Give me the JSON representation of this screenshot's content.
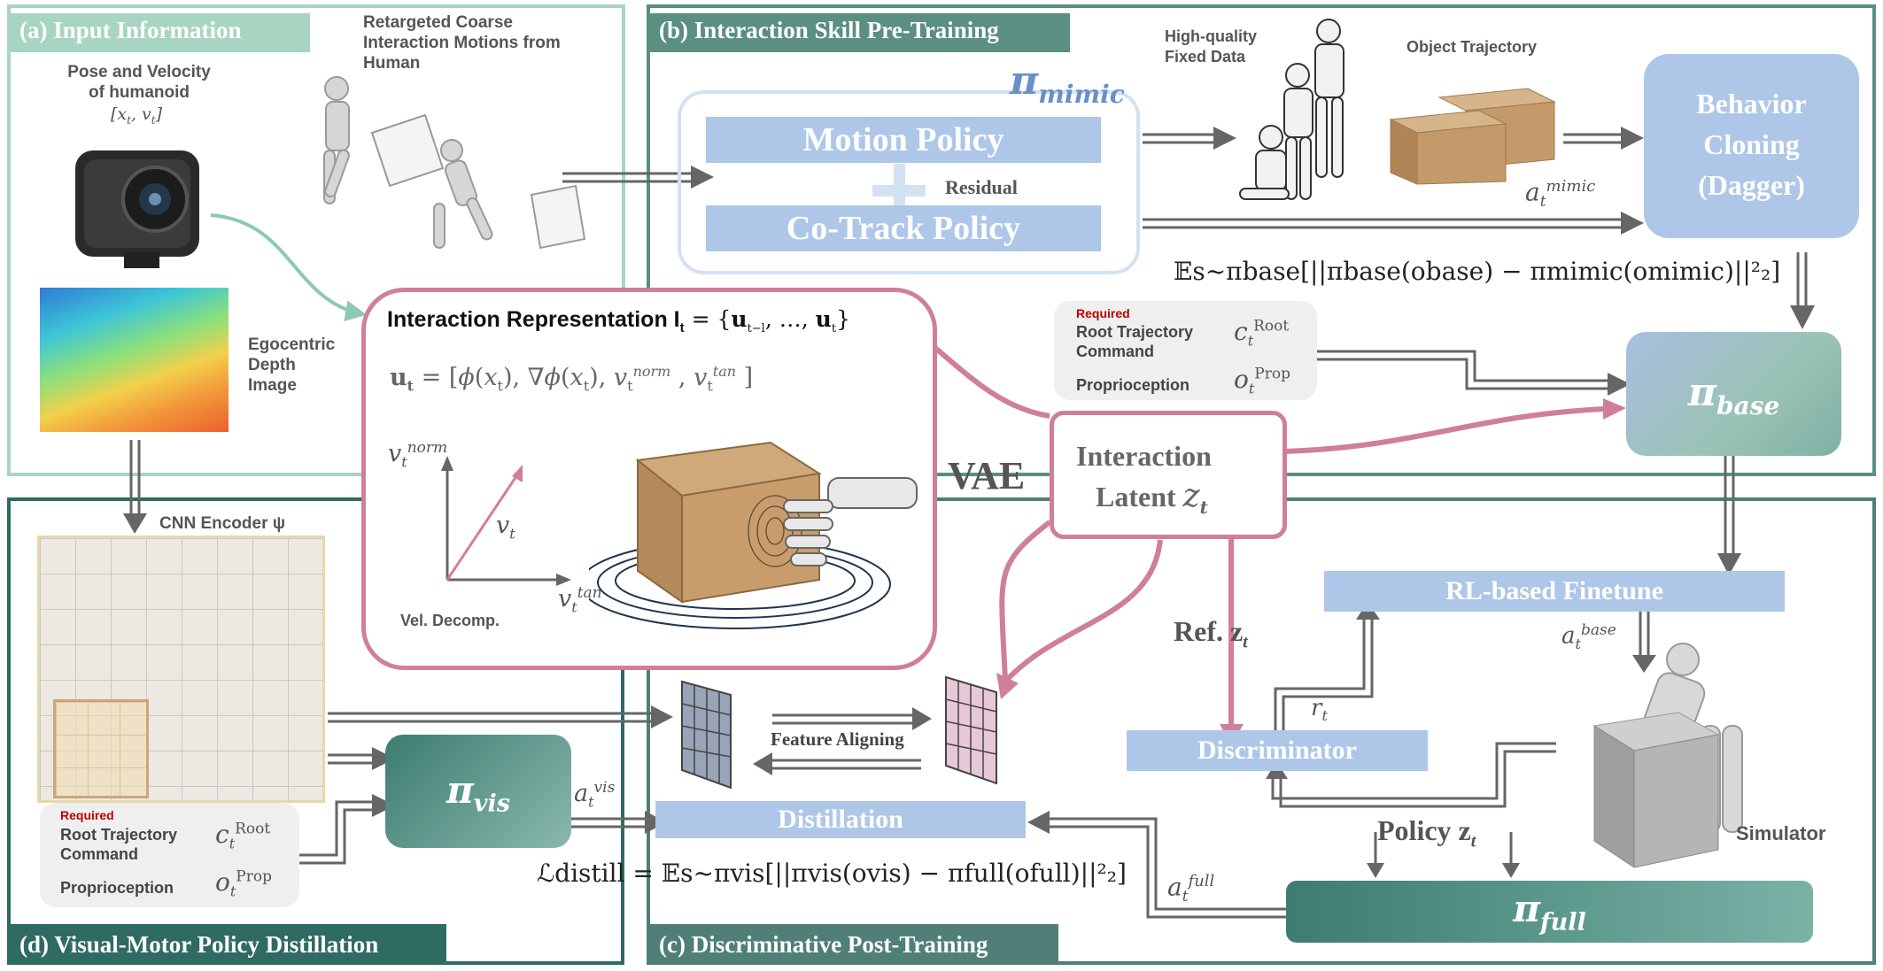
{
  "panels": {
    "a_title": "(a) Input Information",
    "b_title": "(b) Interaction Skill Pre-Training",
    "c_title": "(c) Discriminative Post-Training",
    "d_title": "(d) Visual-Motor Policy Distillation"
  },
  "input": {
    "pose_label_1": "Pose and Velocity",
    "pose_label_2": "of humanoid",
    "pose_math": "[x",
    "retarget_1": "Retargeted Coarse",
    "retarget_2": "Interaction Motions from",
    "retarget_3": "Human",
    "depth_1": "Egocentric",
    "depth_2": "Depth",
    "depth_3": "Image",
    "cnn": "CNN Encoder ψ"
  },
  "pretrain": {
    "pi_mimic": "π",
    "pi_mimic_sub": "mimic",
    "motion_policy": "Motion Policy",
    "residual": "Residual",
    "cotrack_policy": "Co-Track Policy",
    "hq_1": "High-quality",
    "hq_2": "Fixed Data",
    "obj_traj": "Object Trajectory",
    "bc_1": "Behavior",
    "bc_2": "Cloning",
    "bc_3": "(Dagger)",
    "a_mimic": "a",
    "a_mimic_sup": "mimic",
    "bc_loss": "𝔼s~πbase[||πbase(obase) − πmimic(omimic)||²₂]",
    "pi_base": "π",
    "pi_base_sub": "base"
  },
  "required": {
    "req": "Required",
    "root_1": "Root Trajectory",
    "root_2": "Command",
    "prop": "Proprioception",
    "c_root": "c",
    "c_root_sup": "Root",
    "o_prop": "o",
    "o_prop_sup": "Prop"
  },
  "representation": {
    "title": "Interaction Representation I",
    "title_math": " = {u",
    "u_def": "u",
    "u_def_rest": " = [ϕ(x",
    "vnorm": "v",
    "vnorm_sup": "norm",
    "vt": "v",
    "vtan": "v",
    "vtan_sup": "tan",
    "vel_decomp": "Vel. Decomp.",
    "vae": "VAE",
    "latent_1": "Interaction",
    "latent_2": "Latent",
    "z_t": "z"
  },
  "posttrain": {
    "rl_finetune": "RL-based Finetune",
    "a_base": "a",
    "a_base_sup": "base",
    "ref_z": "Ref. z",
    "r_t": "r",
    "discriminator": "Discriminator",
    "policy_z": "Policy z",
    "simulator": "Simulator",
    "a_full": "a",
    "a_full_sup": "full",
    "pi_full": "π",
    "pi_full_sub": "full"
  },
  "distill": {
    "feature_aligning": "Feature Aligning",
    "distillation": "Distillation",
    "pi_vis": "π",
    "pi_vis_sub": "vis",
    "a_vis": "a",
    "a_vis_sup": "vis",
    "loss": "ℒdistill = 𝔼s~πvis[||πvis(ovis) − πfull(ofull)||²₂]"
  }
}
